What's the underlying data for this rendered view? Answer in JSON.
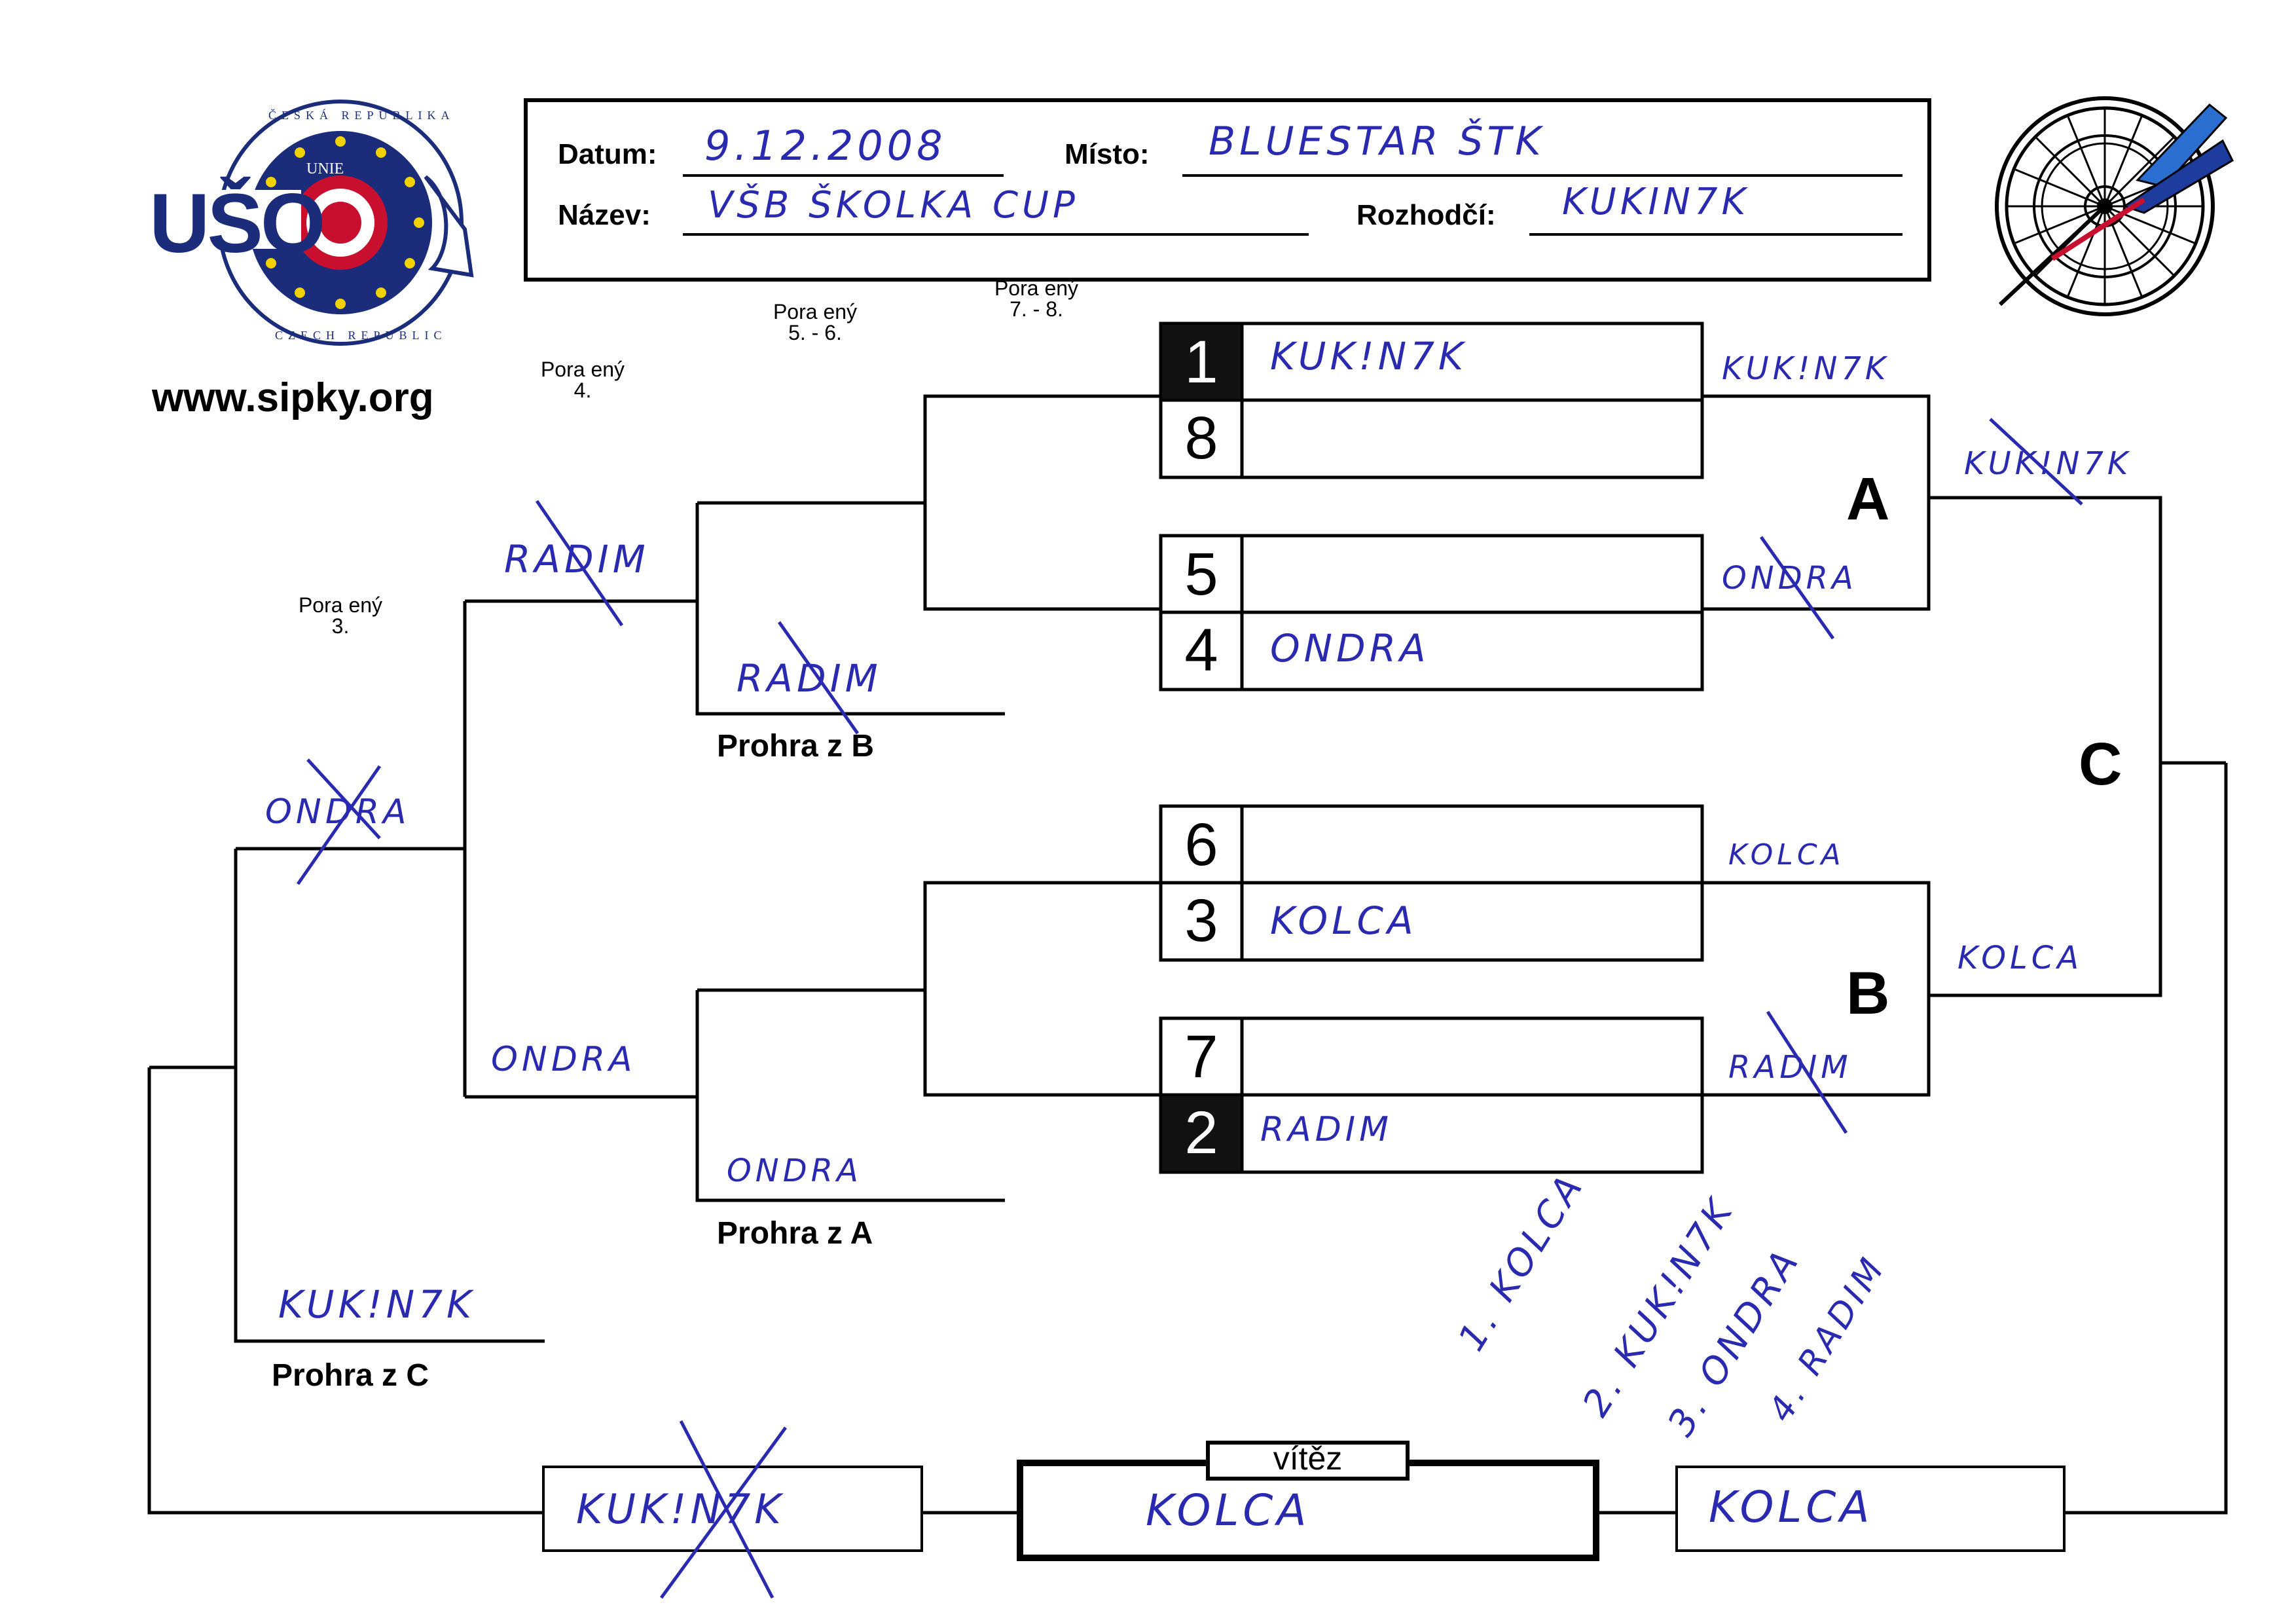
{
  "header": {
    "datum_label": "Datum:",
    "datum_value": "9.12.2008",
    "misto_label": "Místo:",
    "misto_value": "BLUESTAR ŠTK",
    "nazev_label": "Název:",
    "nazev_value": "VŠB ŠKOLKA CUP",
    "rozhodci_label": "Rozhodčí:",
    "rozhodci_value": "KUKIN7K"
  },
  "logo": {
    "letters": "UŠO",
    "unie": "UNIE",
    "ring_top": "ČESKÁ REPUBLIKA",
    "ring_bottom": "CZECH REPUBLIC",
    "website": "www.sipky.org"
  },
  "placement_labels": {
    "p4": [
      "Pora ený",
      "4."
    ],
    "p56": [
      "Pora ený",
      "5. - 6."
    ],
    "p78": [
      "Pora ený",
      "7. - 8."
    ],
    "p3": [
      "Pora ený",
      "3."
    ]
  },
  "seeds": {
    "s1": {
      "num": "1",
      "name": "KUK!N7K"
    },
    "s8": {
      "num": "8",
      "name": ""
    },
    "s5": {
      "num": "5",
      "name": ""
    },
    "s4": {
      "num": "4",
      "name": "ONDRA"
    },
    "s6": {
      "num": "6",
      "name": ""
    },
    "s3": {
      "num": "3",
      "name": "KOLCA"
    },
    "s7": {
      "num": "7",
      "name": ""
    },
    "s2": {
      "num": "2",
      "name": "RADIM"
    }
  },
  "winners_bracket": {
    "r1_top": "KUK!N7K",
    "r1_top_lower": "ONDRA",
    "r1_bottom_upper": "KOLCA",
    "r1_bottom": "RADIM",
    "a_winner": "KUK!N7K",
    "b_winner": "KOLCA",
    "label_a": "A",
    "label_b": "B",
    "label_c": "C"
  },
  "losers_bracket": {
    "prohra_b_label": "Prohra z B",
    "prohra_a_label": "Prohra z A",
    "prohra_c_label": "Prohra z C",
    "lb_from_b": "RADIM",
    "lb_r1_upper": "RADIM",
    "lb_from_a": "ONDRA",
    "lb_r1_lower": "ONDRA",
    "lb_r2": "ONDRA",
    "lb_from_c": "KUK!N7K"
  },
  "final": {
    "vitez_label": "vítěz",
    "left": "KUK!N7K",
    "winner": "KOLCA",
    "right": "KOLCA"
  },
  "results": [
    "1. KOLCA",
    "2. KUK!N7K",
    "3. ONDRA",
    "4. RADIM"
  ]
}
